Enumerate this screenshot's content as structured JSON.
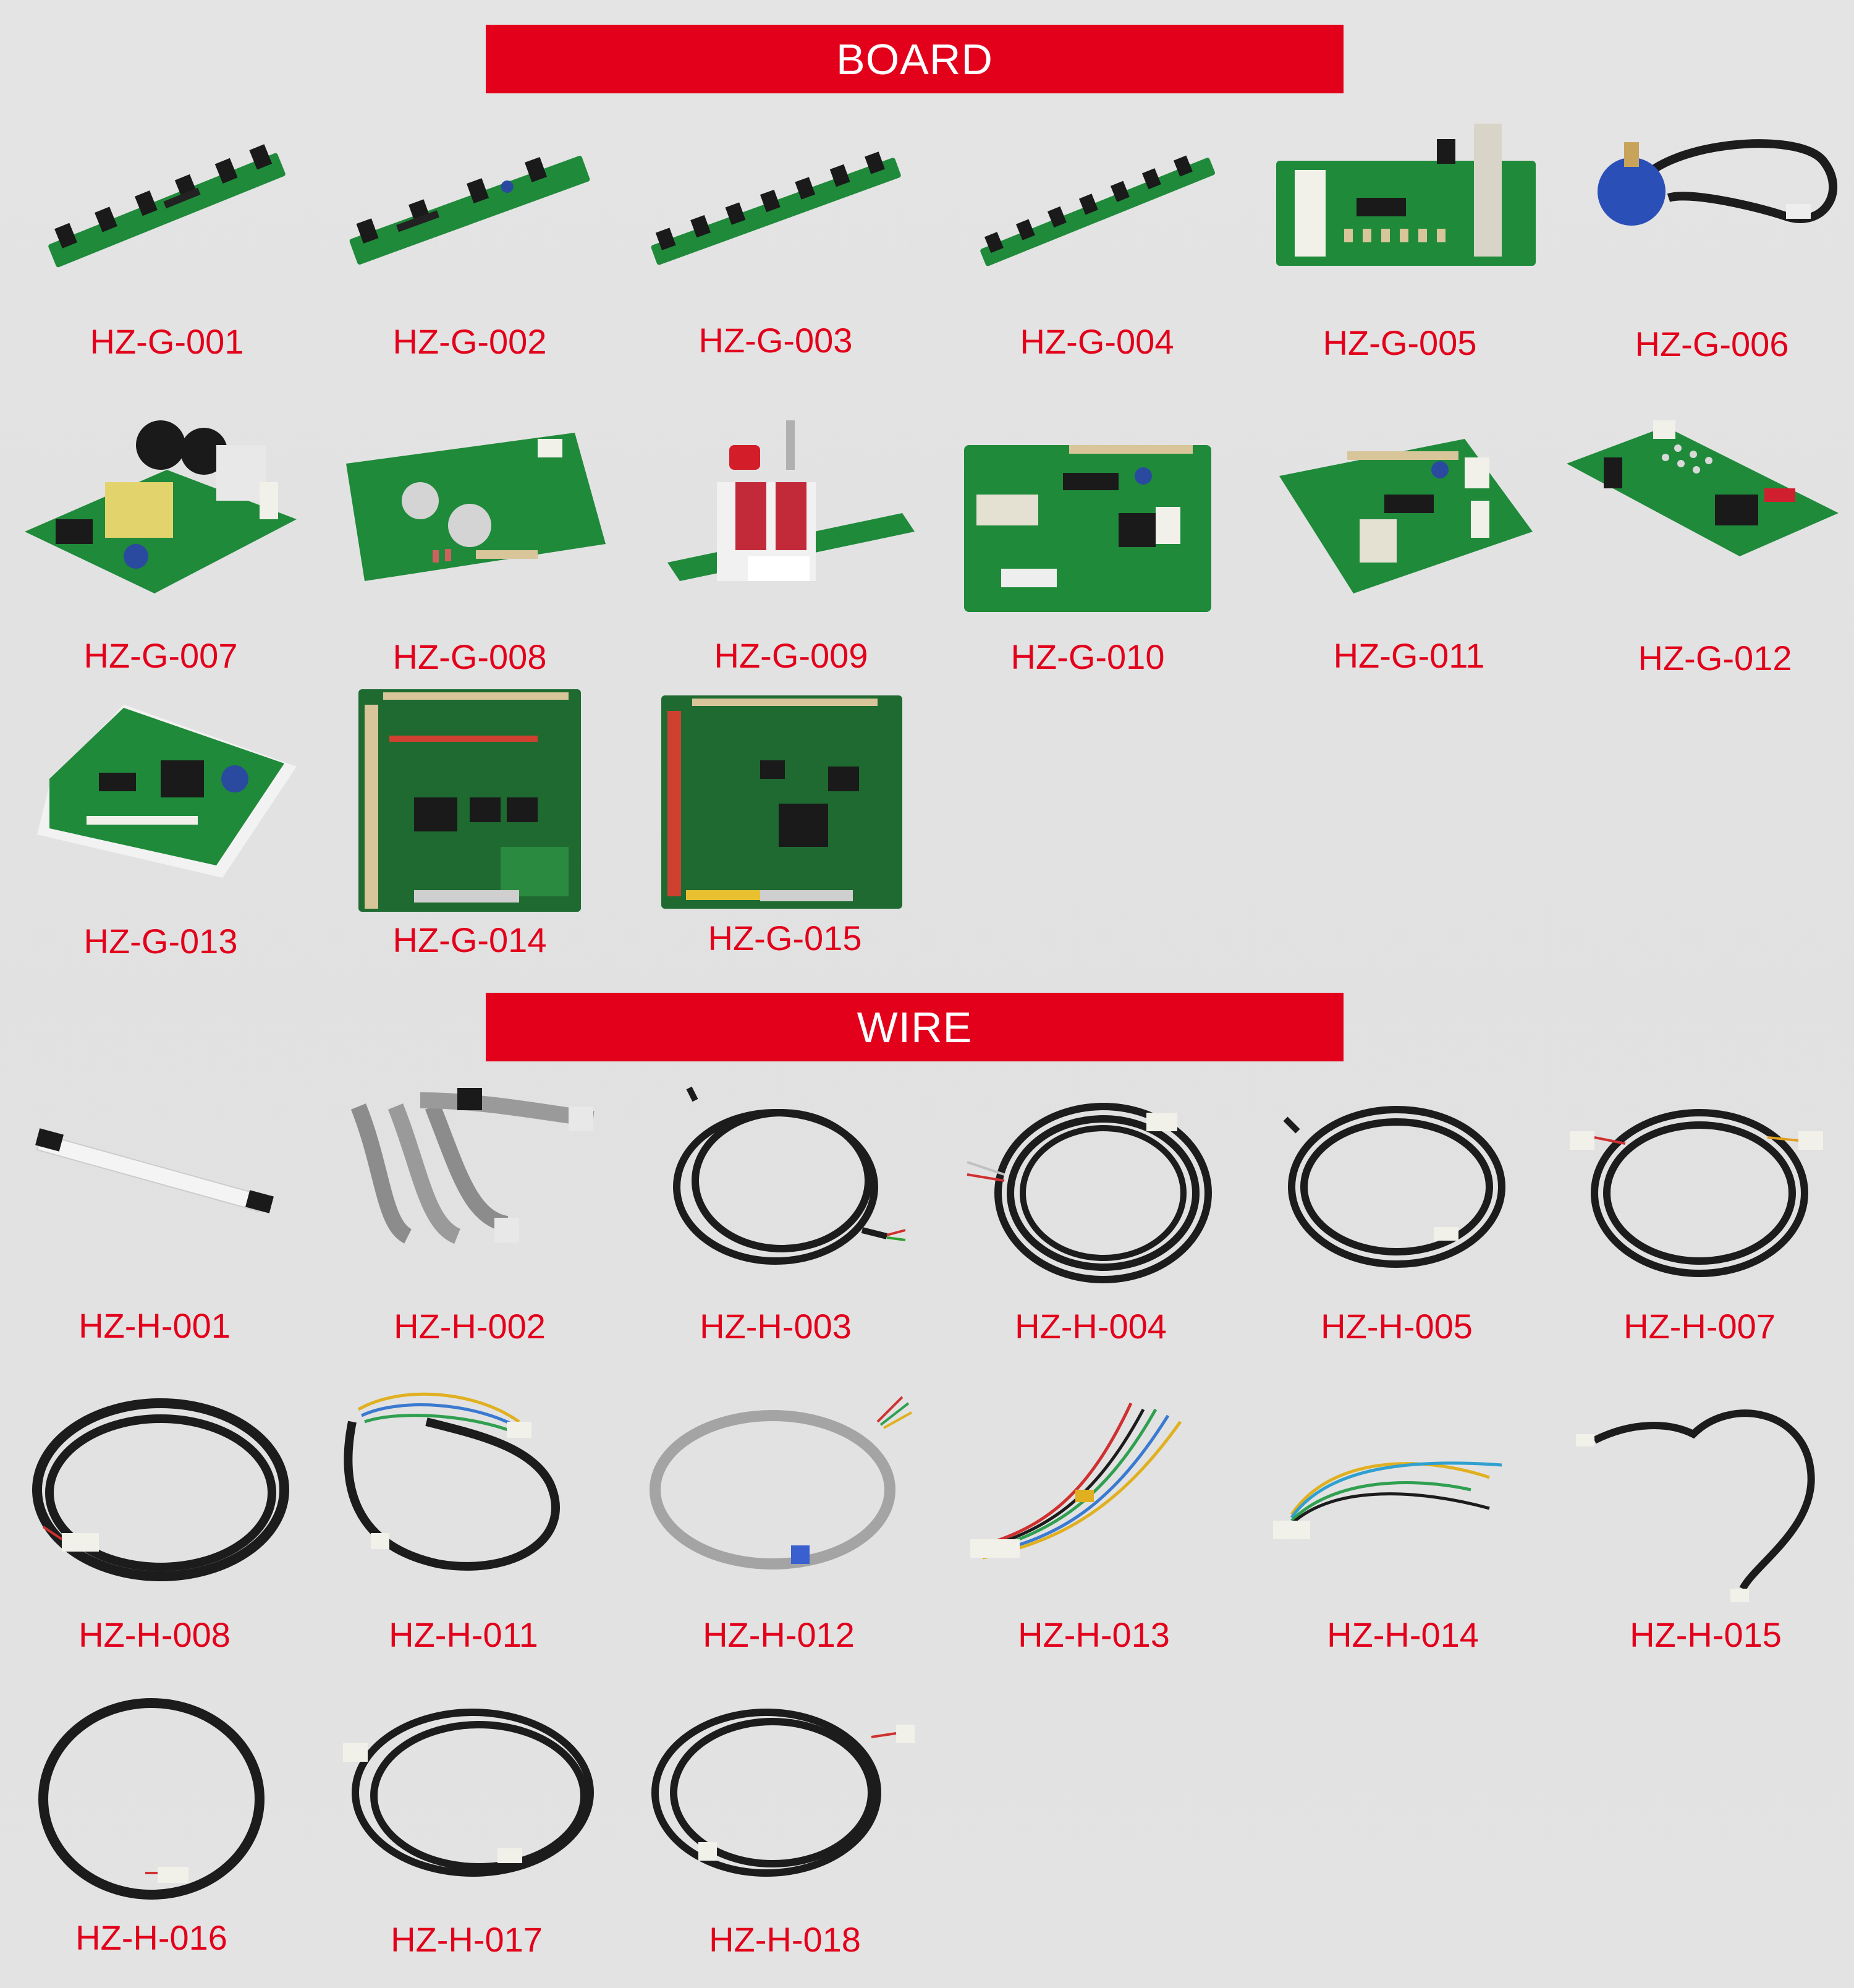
{
  "colors": {
    "accent": "#e3001b",
    "background": "#e2e2e2",
    "banner_text": "#ffffff",
    "pcb_green": "#1f8a3a",
    "wire_black": "#1c1c1c"
  },
  "board_section": {
    "title": "BOARD",
    "items": [
      {
        "code": "HZ-G-001",
        "icon": "sensor-bar-pcb"
      },
      {
        "code": "HZ-G-002",
        "icon": "sensor-bar-pcb"
      },
      {
        "code": "HZ-G-003",
        "icon": "sensor-bar-pcb"
      },
      {
        "code": "HZ-G-004",
        "icon": "sensor-bar-pcb"
      },
      {
        "code": "HZ-G-005",
        "icon": "connector-pcb"
      },
      {
        "code": "HZ-G-006",
        "icon": "potentiometer-cable"
      },
      {
        "code": "HZ-G-007",
        "icon": "power-supply-pcb"
      },
      {
        "code": "HZ-G-008",
        "icon": "panel-pcb"
      },
      {
        "code": "HZ-G-009",
        "icon": "switch-pcb"
      },
      {
        "code": "HZ-G-010",
        "icon": "control-pcb"
      },
      {
        "code": "HZ-G-011",
        "icon": "control-pcb"
      },
      {
        "code": "HZ-G-012",
        "icon": "led-pcb"
      },
      {
        "code": "HZ-G-013",
        "icon": "driver-pcb"
      },
      {
        "code": "HZ-G-014",
        "icon": "main-pcb"
      },
      {
        "code": "HZ-G-015",
        "icon": "main-pcb"
      }
    ]
  },
  "wire_section": {
    "title": "WIRE",
    "items": [
      {
        "code": "HZ-H-001",
        "icon": "flat-cable"
      },
      {
        "code": "HZ-H-002",
        "icon": "ribbon-cable"
      },
      {
        "code": "HZ-H-003",
        "icon": "coiled-cable"
      },
      {
        "code": "HZ-H-004",
        "icon": "coiled-cable"
      },
      {
        "code": "HZ-H-005",
        "icon": "coiled-cable"
      },
      {
        "code": "HZ-H-007",
        "icon": "coiled-cable"
      },
      {
        "code": "HZ-H-008",
        "icon": "coiled-cable"
      },
      {
        "code": "HZ-H-011",
        "icon": "colored-harness"
      },
      {
        "code": "HZ-H-012",
        "icon": "grey-cable"
      },
      {
        "code": "HZ-H-013",
        "icon": "colored-harness"
      },
      {
        "code": "HZ-H-014",
        "icon": "colored-harness"
      },
      {
        "code": "HZ-H-015",
        "icon": "coiled-cable"
      },
      {
        "code": "HZ-H-016",
        "icon": "coiled-cable"
      },
      {
        "code": "HZ-H-017",
        "icon": "coiled-cable"
      },
      {
        "code": "HZ-H-018",
        "icon": "coiled-cable"
      }
    ]
  }
}
